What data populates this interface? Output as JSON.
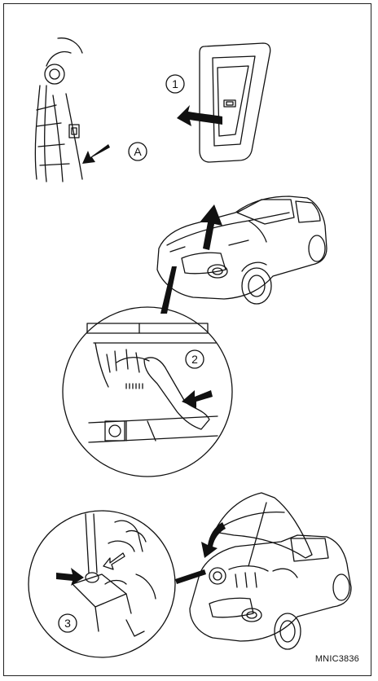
{
  "figure": {
    "step_labels": [
      "1",
      "2",
      "3"
    ],
    "reference_label": "A",
    "figure_code": "MNIC3836"
  },
  "colors": {
    "line": "#111111",
    "background": "#ffffff",
    "arrow_fill": "#111111"
  },
  "icons": [
    "hood-release-lever",
    "push-arrow",
    "car-front-three-quarter",
    "hood-latch",
    "hood-support-rod"
  ]
}
